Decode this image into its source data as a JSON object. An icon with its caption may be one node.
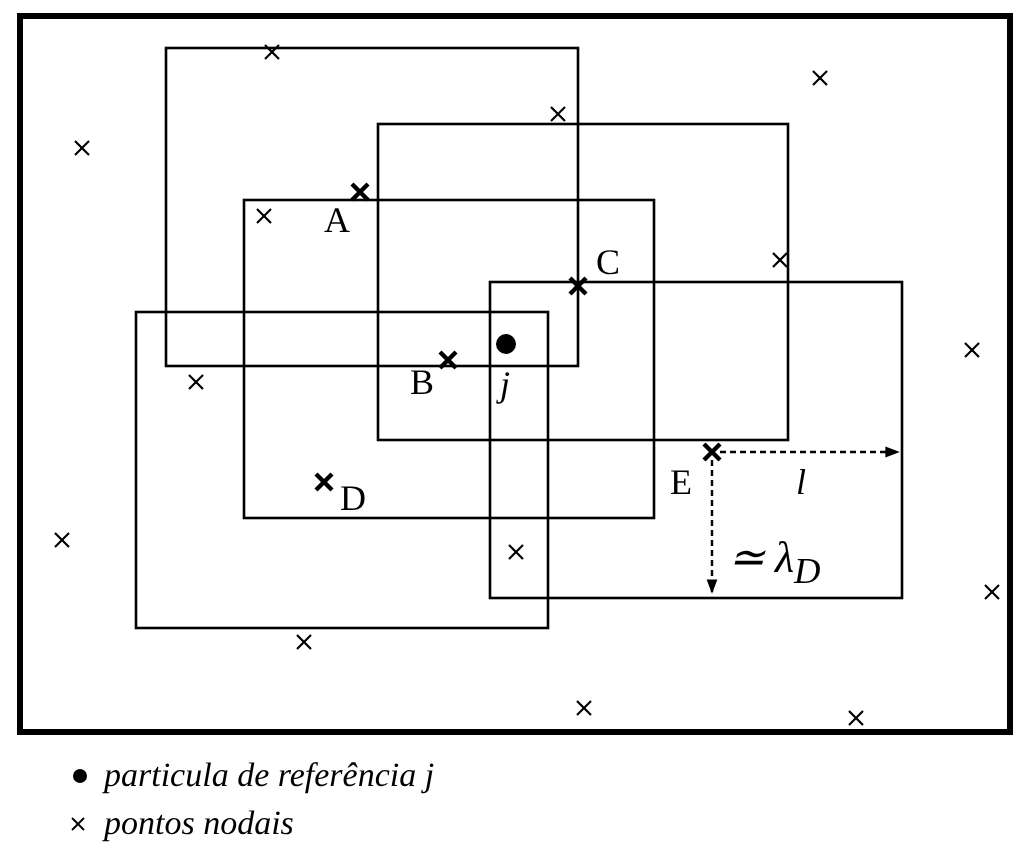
{
  "diagram": {
    "labels": [
      "A",
      "C",
      "B",
      "j",
      "E",
      "l",
      "D",
      "≃ λ$_{D}$"
    ],
    "legend": [
      {
        "text": "particula de referência j"
      },
      {
        "text": "pontos nodais"
      }
    ]
  }
}
